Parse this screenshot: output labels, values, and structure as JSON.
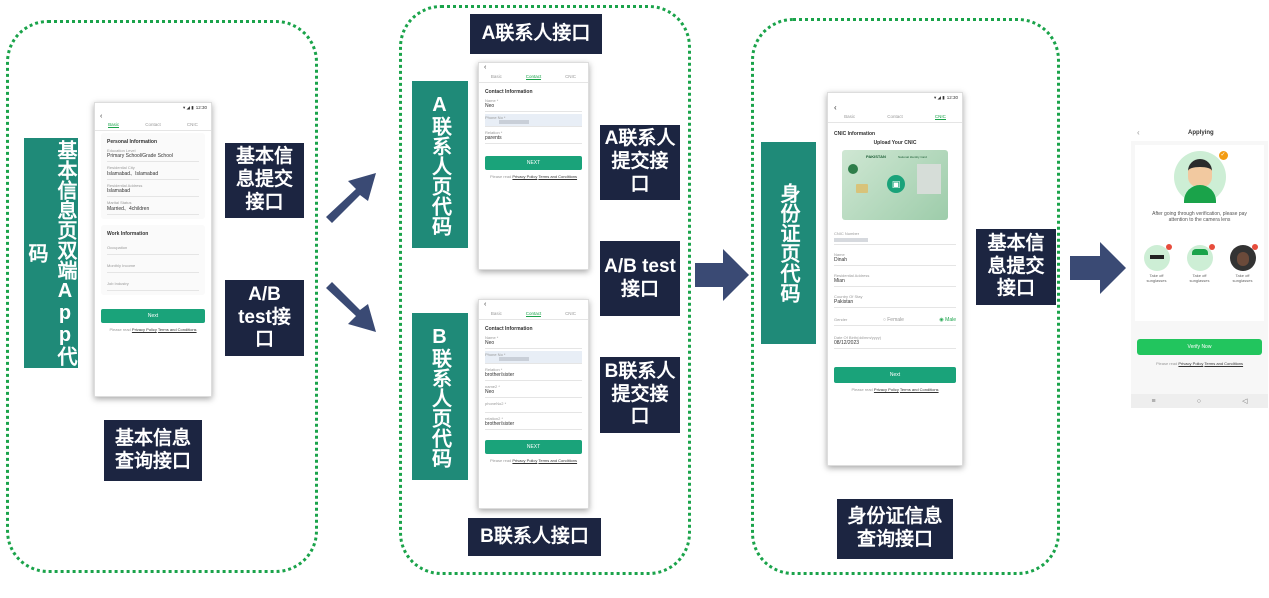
{
  "groups": {
    "g1": {
      "teal_label": "基本信息页双端App代码",
      "side_label": "基本信息提交接口",
      "ab_label": "A/B test接口",
      "bottom_label": "基本信息查询接口"
    },
    "g2": {
      "top_label": "A联系人接口",
      "teal_a": "A联系人页代码",
      "teal_b": "B联系人页代码",
      "submit_a": "A联系人提交接口",
      "ab_label": "A/B test接口",
      "submit_b": "B联系人提交接口",
      "bottom_label": "B联系人接口"
    },
    "g3": {
      "teal_label": "身份证页代码",
      "side_label": "基本信息提交接口",
      "bottom_label": "身份证信息查询接口"
    }
  },
  "phone1": {
    "time": "12:30",
    "tabs": [
      "Basic",
      "Contact",
      "CNIC"
    ],
    "personal_title": "Personal Information",
    "fields": [
      {
        "label": "Education Level",
        "value": "Primary School/Grade School"
      },
      {
        "label": "Residential City",
        "value": "Islamabad、Islamabad"
      },
      {
        "label": "Residential Address",
        "value": "Islamabad"
      },
      {
        "label": "Marital Status",
        "value": "Married、4children"
      }
    ],
    "work_title": "Work Information",
    "work_fields": [
      "Occupation",
      "Monthly Income",
      "Job Industry"
    ],
    "button": "Next",
    "footer_prefix": "Please read",
    "privacy": "Privacy Policy",
    "terms": "Terms and Conditions"
  },
  "phone2": {
    "tabs": [
      "Basic",
      "Contact",
      "CNIC"
    ],
    "title": "Contact Information",
    "fields": [
      {
        "label": "Name *",
        "value": "Neo"
      },
      {
        "label": "Phone No *",
        "value": ""
      },
      {
        "label": "Relation *",
        "value": "parents"
      }
    ],
    "button": "NEXT",
    "footer_prefix": "Please read",
    "privacy": "Privacy Policy",
    "terms": "Terms and Conditions"
  },
  "phone3": {
    "tabs": [
      "Basic",
      "Contact",
      "CNIC"
    ],
    "title": "Contact Information",
    "fields": [
      {
        "label": "Name *",
        "value": "Neo"
      },
      {
        "label": "Phone No *",
        "value": ""
      },
      {
        "label": "Relation *",
        "value": "brother/sister"
      },
      {
        "label": "name2 *",
        "value": "Neo"
      },
      {
        "label": "phoneNo2 *",
        "value": ""
      },
      {
        "label": "relation2 *",
        "value": "brother/sister"
      }
    ],
    "button": "NEXT",
    "footer_prefix": "Please read",
    "privacy": "Privacy Policy",
    "terms": "Terms and Conditions"
  },
  "phone4": {
    "time": "12:30",
    "tabs": [
      "Basic",
      "Contact",
      "CNIC"
    ],
    "title": "CNIC Information",
    "upload": "Upload Your CNIC",
    "card_country": "PAKISTAN",
    "card_name": "National Identity Card",
    "fields": [
      {
        "label": "CNIC Number",
        "value": ""
      },
      {
        "label": "Name",
        "value": "Dinah"
      },
      {
        "label": "Residential Address",
        "value": "Mian"
      },
      {
        "label": "Country Of Stay",
        "value": "Pakistan"
      }
    ],
    "gender_label": "Gender",
    "female": "Female",
    "male": "Male",
    "dob_label": "Date Of Birth(dd/mm/yyyy)",
    "dob_value": "08/12/2023",
    "button": "Next",
    "footer_prefix": "Please read",
    "privacy": "Privacy Policy",
    "terms": "Terms and Conditions"
  },
  "phone5": {
    "title": "Applying",
    "desc": "After going through verification, please pay attention to the camera lens",
    "tips": [
      "Take off sunglasses",
      "Take off sunglasses",
      "Take off sunglasses"
    ],
    "button": "Verify Now",
    "footer_prefix": "Please read",
    "privacy": "Privacy Policy",
    "terms": "Terms and Conditions"
  },
  "colors": {
    "teal": "#1f8a78",
    "navy": "#1c2541",
    "green": "#1aa34a",
    "arrow": "#3a4a74"
  }
}
